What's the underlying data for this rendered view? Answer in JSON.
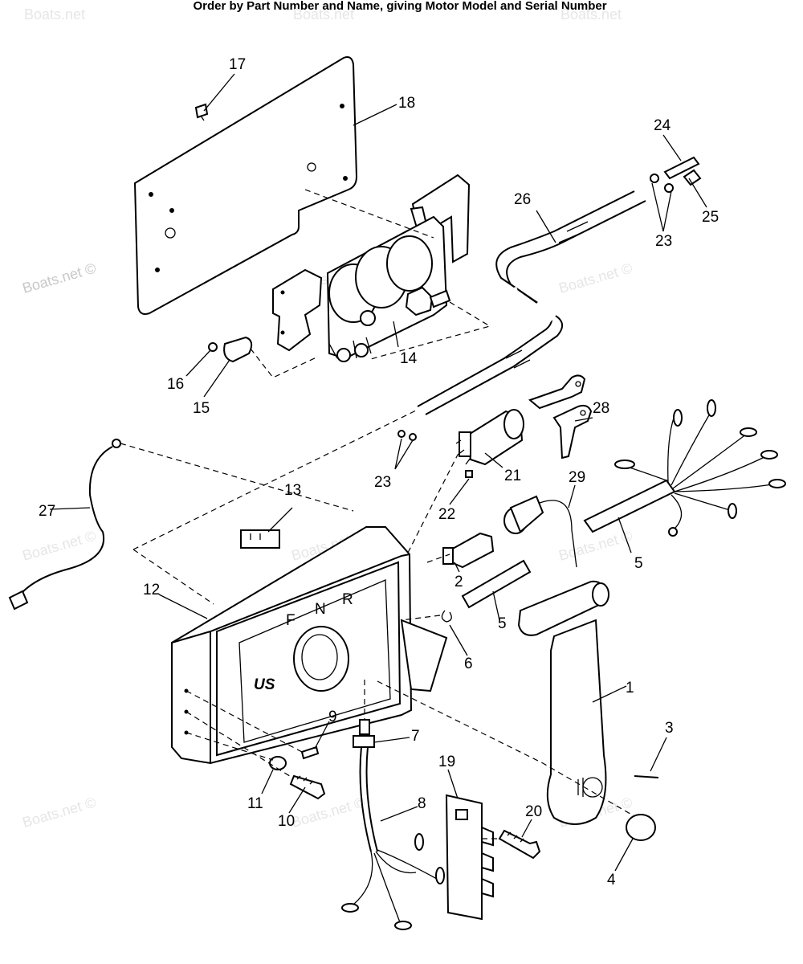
{
  "header": {
    "text": "Order by Part Number and Name, giving Motor Model and Serial Number"
  },
  "watermarks": {
    "main": "Boats.net ©",
    "faint": "Boats.net"
  },
  "housing": {
    "logo": "US",
    "shift_letters": [
      "F",
      "N",
      "R"
    ]
  },
  "callouts": {
    "c1": "1",
    "c2": "2",
    "c3": "3",
    "c4": "4",
    "c5a": "5",
    "c5b": "5",
    "c6": "6",
    "c7": "7",
    "c8": "8",
    "c9": "9",
    "c10": "10",
    "c11": "11",
    "c12": "12",
    "c13": "13",
    "c14": "14",
    "c15": "15",
    "c16": "16",
    "c17": "17",
    "c18": "18",
    "c19": "19",
    "c20": "20",
    "c21": "21",
    "c22": "22",
    "c23a": "23",
    "c23b": "23",
    "c24": "24",
    "c25": "25",
    "c26": "26",
    "c27": "27",
    "c28": "28",
    "c29": "29"
  }
}
